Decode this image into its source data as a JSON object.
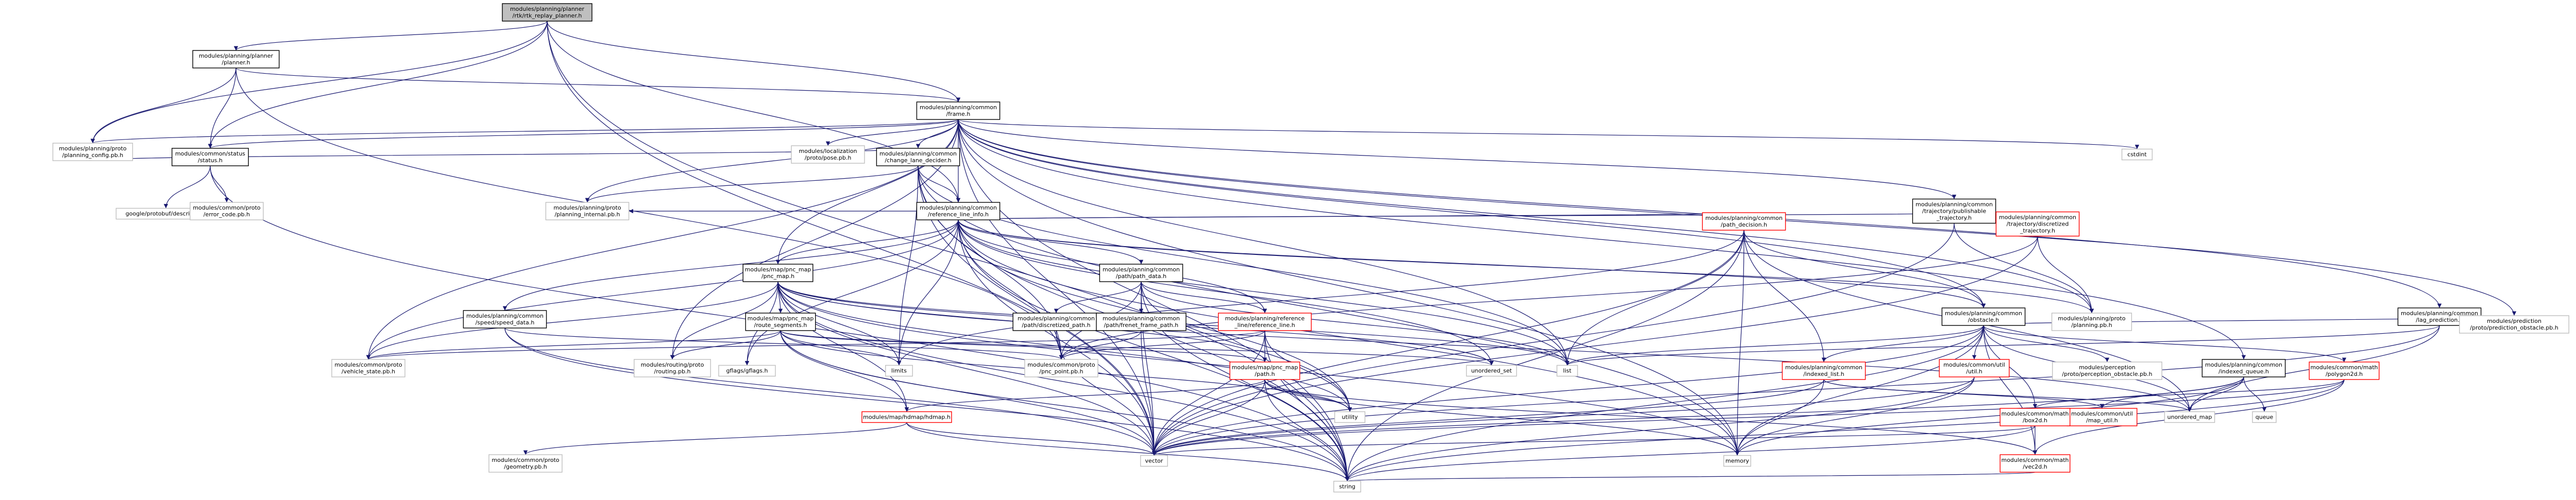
{
  "colors": {
    "edge": "#191970",
    "box_border": "#000000",
    "missing_border": "#ff0000",
    "root_fill": "#bfbfbf",
    "background": "#ffffff"
  },
  "nodes": [
    {
      "id": "root",
      "lines": [
        "modules/planning/planner",
        "/rtk/rtk_replay_planner.h"
      ],
      "kind": "root"
    },
    {
      "id": "planner_h",
      "lines": [
        "modules/planning/planner",
        "/planner.h"
      ],
      "kind": "normal"
    },
    {
      "id": "frame_h",
      "lines": [
        "modules/planning/common",
        "/frame.h"
      ],
      "kind": "normal"
    },
    {
      "id": "planning_config",
      "lines": [
        "modules/planning/proto",
        "/planning_config.pb.h"
      ],
      "kind": "leaf"
    },
    {
      "id": "status_h",
      "lines": [
        "modules/common/status",
        "/status.h"
      ],
      "kind": "normal"
    },
    {
      "id": "localization_pose",
      "lines": [
        "modules/localization",
        "/proto/pose.pb.h"
      ],
      "kind": "leaf"
    },
    {
      "id": "change_lane",
      "lines": [
        "modules/planning/common",
        "/change_lane_decider.h"
      ],
      "kind": "normal"
    },
    {
      "id": "cstdint",
      "lines": [
        "cstdint"
      ],
      "kind": "leaf"
    },
    {
      "id": "planning_internal",
      "lines": [
        "modules/planning/proto",
        "/planning_internal.pb.h"
      ],
      "kind": "leaf"
    },
    {
      "id": "descriptor",
      "lines": [
        "google/protobuf/descriptor.h"
      ],
      "kind": "leaf"
    },
    {
      "id": "error_code",
      "lines": [
        "modules/common/proto",
        "/error_code.pb.h"
      ],
      "kind": "leaf"
    },
    {
      "id": "ref_line_info",
      "lines": [
        "modules/planning/common",
        "/reference_line_info.h"
      ],
      "kind": "normal"
    },
    {
      "id": "publishable_traj",
      "lines": [
        "modules/planning/common",
        "/trajectory/publishable",
        "_trajectory.h"
      ],
      "kind": "normal"
    },
    {
      "id": "lag_prediction",
      "lines": [
        "modules/planning/common",
        "/lag_prediction.h"
      ],
      "kind": "normal"
    },
    {
      "id": "pnc_map",
      "lines": [
        "modules/map/pnc_map",
        "/pnc_map.h"
      ],
      "kind": "normal"
    },
    {
      "id": "path_data",
      "lines": [
        "modules/planning/common",
        "/path/path_data.h"
      ],
      "kind": "normal"
    },
    {
      "id": "path_decision",
      "lines": [
        "modules/planning/common",
        "/path_decision.h"
      ],
      "kind": "missing"
    },
    {
      "id": "discretized_traj",
      "lines": [
        "modules/planning/common",
        "/trajectory/discretized",
        "_trajectory.h"
      ],
      "kind": "missing"
    },
    {
      "id": "speed_data",
      "lines": [
        "modules/planning/common",
        "/speed/speed_data.h"
      ],
      "kind": "normal"
    },
    {
      "id": "route_segments",
      "lines": [
        "modules/map/pnc_map",
        "/route_segments.h"
      ],
      "kind": "normal"
    },
    {
      "id": "discretized_path",
      "lines": [
        "modules/planning/common",
        "/path/discretized_path.h"
      ],
      "kind": "normal"
    },
    {
      "id": "frenet_frame_path",
      "lines": [
        "modules/planning/common",
        "/path/frenet_frame_path.h"
      ],
      "kind": "normal"
    },
    {
      "id": "ref_line",
      "lines": [
        "modules/planning/reference",
        "_line/reference_line.h"
      ],
      "kind": "missing"
    },
    {
      "id": "planning_pb",
      "lines": [
        "modules/planning/proto",
        "/planning.pb.h"
      ],
      "kind": "leaf"
    },
    {
      "id": "obstacle_h",
      "lines": [
        "modules/planning/common",
        "/obstacle.h"
      ],
      "kind": "normal"
    },
    {
      "id": "prediction_obstacle",
      "lines": [
        "modules/prediction",
        "/proto/prediction_obstacle.pb.h"
      ],
      "kind": "leaf"
    },
    {
      "id": "vehicle_state",
      "lines": [
        "modules/common/proto",
        "/vehicle_state.pb.h"
      ],
      "kind": "leaf"
    },
    {
      "id": "routing_pb",
      "lines": [
        "modules/routing/proto",
        "/routing.pb.h"
      ],
      "kind": "leaf"
    },
    {
      "id": "gflags",
      "lines": [
        "gflags/gflags.h"
      ],
      "kind": "leaf"
    },
    {
      "id": "limits",
      "lines": [
        "limits"
      ],
      "kind": "leaf"
    },
    {
      "id": "pnc_point",
      "lines": [
        "modules/common/proto",
        "/pnc_point.pb.h"
      ],
      "kind": "leaf"
    },
    {
      "id": "unordered_set",
      "lines": [
        "unordered_set"
      ],
      "kind": "leaf"
    },
    {
      "id": "list",
      "lines": [
        "list"
      ],
      "kind": "leaf"
    },
    {
      "id": "map_path",
      "lines": [
        "modules/map/pnc_map",
        "/path.h"
      ],
      "kind": "missing"
    },
    {
      "id": "indexed_list",
      "lines": [
        "modules/planning/common",
        "/indexed_list.h"
      ],
      "kind": "missing"
    },
    {
      "id": "util_h",
      "lines": [
        "modules/common/util",
        "/util.h"
      ],
      "kind": "missing"
    },
    {
      "id": "perception_obstacle",
      "lines": [
        "modules/perception",
        "/proto/perception_obstacle.pb.h"
      ],
      "kind": "leaf"
    },
    {
      "id": "indexed_queue",
      "lines": [
        "modules/planning/common",
        "/indexed_queue.h"
      ],
      "kind": "normal"
    },
    {
      "id": "polygon2d",
      "lines": [
        "modules/common/math",
        "/polygon2d.h"
      ],
      "kind": "missing"
    },
    {
      "id": "hdmap",
      "lines": [
        "modules/map/hdmap/hdmap.h"
      ],
      "kind": "missing"
    },
    {
      "id": "utility",
      "lines": [
        "utility"
      ],
      "kind": "leaf"
    },
    {
      "id": "map_util",
      "lines": [
        "modules/common/util",
        "/map_util.h"
      ],
      "kind": "missing"
    },
    {
      "id": "box2d",
      "lines": [
        "modules/common/math",
        "/box2d.h"
      ],
      "kind": "missing"
    },
    {
      "id": "queue",
      "lines": [
        "queue"
      ],
      "kind": "leaf"
    },
    {
      "id": "unordered_map",
      "lines": [
        "unordered_map"
      ],
      "kind": "leaf"
    },
    {
      "id": "geometry_pb",
      "lines": [
        "modules/common/proto",
        "/geometry.pb.h"
      ],
      "kind": "leaf"
    },
    {
      "id": "vector",
      "lines": [
        "vector"
      ],
      "kind": "leaf"
    },
    {
      "id": "memory",
      "lines": [
        "memory"
      ],
      "kind": "leaf"
    },
    {
      "id": "vec2d",
      "lines": [
        "modules/common/math",
        "/vec2d.h"
      ],
      "kind": "missing"
    },
    {
      "id": "string",
      "lines": [
        "string"
      ],
      "kind": "leaf"
    }
  ],
  "edges": [
    [
      "root",
      "planner_h"
    ],
    [
      "root",
      "frame_h"
    ],
    [
      "root",
      "planning_config"
    ],
    [
      "root",
      "status_h"
    ],
    [
      "root",
      "string"
    ],
    [
      "root",
      "ref_line_info"
    ],
    [
      "root",
      "vector"
    ],
    [
      "planner_h",
      "frame_h"
    ],
    [
      "planner_h",
      "planning_config"
    ],
    [
      "planner_h",
      "status_h"
    ],
    [
      "planner_h",
      "pnc_point"
    ],
    [
      "frame_h",
      "planning_config"
    ],
    [
      "frame_h",
      "status_h"
    ],
    [
      "frame_h",
      "localization_pose"
    ],
    [
      "frame_h",
      "change_lane"
    ],
    [
      "frame_h",
      "cstdint"
    ],
    [
      "frame_h",
      "planning_internal"
    ],
    [
      "frame_h",
      "ref_line_info"
    ],
    [
      "frame_h",
      "publishable_traj"
    ],
    [
      "frame_h",
      "lag_prediction"
    ],
    [
      "frame_h",
      "obstacle_h"
    ],
    [
      "frame_h",
      "indexed_queue"
    ],
    [
      "frame_h",
      "vehicle_state"
    ],
    [
      "frame_h",
      "routing_pb"
    ],
    [
      "frame_h",
      "pnc_map"
    ],
    [
      "frame_h",
      "list"
    ],
    [
      "frame_h",
      "memory"
    ],
    [
      "frame_h",
      "string"
    ],
    [
      "frame_h",
      "vector"
    ],
    [
      "frame_h",
      "planning_pb"
    ],
    [
      "frame_h",
      "prediction_obstacle"
    ],
    [
      "status_h",
      "descriptor"
    ],
    [
      "status_h",
      "error_code"
    ],
    [
      "status_h",
      "string"
    ],
    [
      "change_lane",
      "planning_internal"
    ],
    [
      "change_lane",
      "ref_line_info"
    ],
    [
      "change_lane",
      "list"
    ],
    [
      "change_lane",
      "string"
    ],
    [
      "change_lane",
      "vector"
    ],
    [
      "change_lane",
      "limits"
    ],
    [
      "change_lane",
      "planning_config"
    ],
    [
      "change_lane",
      "pnc_point"
    ],
    [
      "change_lane",
      "memory"
    ],
    [
      "ref_line_info",
      "pnc_map"
    ],
    [
      "ref_line_info",
      "path_data"
    ],
    [
      "ref_line_info",
      "path_decision"
    ],
    [
      "ref_line_info",
      "discretized_traj"
    ],
    [
      "ref_line_info",
      "speed_data"
    ],
    [
      "ref_line_info",
      "planning_internal"
    ],
    [
      "ref_line_info",
      "limits"
    ],
    [
      "ref_line_info",
      "list"
    ],
    [
      "ref_line_info",
      "memory"
    ],
    [
      "ref_line_info",
      "string"
    ],
    [
      "ref_line_info",
      "vector"
    ],
    [
      "ref_line_info",
      "unordered_set"
    ],
    [
      "ref_line_info",
      "utility"
    ],
    [
      "ref_line_info",
      "vehicle_state"
    ],
    [
      "ref_line_info",
      "ref_line"
    ],
    [
      "ref_line_info",
      "planning_pb"
    ],
    [
      "ref_line_info",
      "obstacle_h"
    ],
    [
      "ref_line_info",
      "pnc_point"
    ],
    [
      "ref_line_info",
      "gflags"
    ],
    [
      "publishable_traj",
      "discretized_traj"
    ],
    [
      "publishable_traj",
      "planning_pb"
    ],
    [
      "publishable_traj",
      "vector"
    ],
    [
      "lag_prediction",
      "prediction_obstacle"
    ],
    [
      "lag_prediction",
      "unordered_map"
    ],
    [
      "lag_prediction",
      "vector"
    ],
    [
      "lag_prediction",
      "list"
    ],
    [
      "pnc_map",
      "route_segments"
    ],
    [
      "pnc_map",
      "routing_pb"
    ],
    [
      "pnc_map",
      "vehicle_state"
    ],
    [
      "pnc_map",
      "gflags"
    ],
    [
      "pnc_map",
      "hdmap"
    ],
    [
      "pnc_map",
      "map_path"
    ],
    [
      "pnc_map",
      "list"
    ],
    [
      "pnc_map",
      "memory"
    ],
    [
      "pnc_map",
      "string"
    ],
    [
      "pnc_map",
      "vector"
    ],
    [
      "pnc_map",
      "unordered_set"
    ],
    [
      "pnc_map",
      "utility"
    ],
    [
      "pnc_map",
      "limits"
    ],
    [
      "pnc_map",
      "unordered_map"
    ],
    [
      "path_data",
      "discretized_path"
    ],
    [
      "path_data",
      "frenet_frame_path"
    ],
    [
      "path_data",
      "ref_line"
    ],
    [
      "path_data",
      "list"
    ],
    [
      "path_data",
      "string"
    ],
    [
      "path_data",
      "utility"
    ],
    [
      "path_data",
      "vector"
    ],
    [
      "path_data",
      "pnc_point"
    ],
    [
      "path_decision",
      "obstacle_h"
    ],
    [
      "path_decision",
      "indexed_list"
    ],
    [
      "path_decision",
      "limits"
    ],
    [
      "path_decision",
      "list"
    ],
    [
      "path_decision",
      "memory"
    ],
    [
      "path_decision",
      "string"
    ],
    [
      "path_decision",
      "unordered_map"
    ],
    [
      "path_decision",
      "vector"
    ],
    [
      "discretized_traj",
      "planning_pb"
    ],
    [
      "discretized_traj",
      "pnc_point"
    ],
    [
      "discretized_traj",
      "vector"
    ],
    [
      "speed_data",
      "pnc_point"
    ],
    [
      "speed_data",
      "string"
    ],
    [
      "speed_data",
      "vector"
    ],
    [
      "route_segments",
      "routing_pb"
    ],
    [
      "route_segments",
      "vehicle_state"
    ],
    [
      "route_segments",
      "map_path"
    ],
    [
      "route_segments",
      "hdmap"
    ],
    [
      "route_segments",
      "string"
    ],
    [
      "route_segments",
      "unordered_set"
    ],
    [
      "route_segments",
      "vector"
    ],
    [
      "route_segments",
      "utility"
    ],
    [
      "route_segments",
      "limits"
    ],
    [
      "discretized_path",
      "pnc_point"
    ],
    [
      "discretized_path",
      "vector"
    ],
    [
      "frenet_frame_path",
      "pnc_point"
    ],
    [
      "frenet_frame_path",
      "vector"
    ],
    [
      "ref_line",
      "map_path"
    ],
    [
      "ref_line",
      "pnc_point"
    ],
    [
      "ref_line",
      "string"
    ],
    [
      "ref_line",
      "utility"
    ],
    [
      "ref_line",
      "vector"
    ],
    [
      "ref_line",
      "vehicle_state"
    ],
    [
      "obstacle_h",
      "perception_obstacle"
    ],
    [
      "obstacle_h",
      "prediction_obstacle"
    ],
    [
      "obstacle_h",
      "indexed_list"
    ],
    [
      "obstacle_h",
      "polygon2d"
    ],
    [
      "obstacle_h",
      "box2d"
    ],
    [
      "obstacle_h",
      "util_h"
    ],
    [
      "obstacle_h",
      "list"
    ],
    [
      "obstacle_h",
      "memory"
    ],
    [
      "obstacle_h",
      "string"
    ],
    [
      "obstacle_h",
      "vector"
    ],
    [
      "obstacle_h",
      "unordered_map"
    ],
    [
      "obstacle_h",
      "vec2d"
    ],
    [
      "indexed_list",
      "map_util"
    ],
    [
      "indexed_list",
      "memory"
    ],
    [
      "indexed_list",
      "unordered_map"
    ],
    [
      "indexed_list",
      "vector"
    ],
    [
      "indexed_queue",
      "map_util"
    ],
    [
      "indexed_queue",
      "memory"
    ],
    [
      "indexed_queue",
      "queue"
    ],
    [
      "indexed_queue",
      "unordered_map"
    ],
    [
      "indexed_queue",
      "vector"
    ],
    [
      "polygon2d",
      "box2d"
    ],
    [
      "polygon2d",
      "vec2d"
    ],
    [
      "polygon2d",
      "vector"
    ],
    [
      "polygon2d",
      "string"
    ],
    [
      "box2d",
      "vec2d"
    ],
    [
      "box2d",
      "string"
    ],
    [
      "box2d",
      "vector"
    ],
    [
      "vec2d",
      "string"
    ],
    [
      "map_path",
      "hdmap"
    ],
    [
      "map_path",
      "vec2d"
    ],
    [
      "map_path",
      "string"
    ],
    [
      "map_path",
      "utility"
    ],
    [
      "map_path",
      "vector"
    ],
    [
      "map_path",
      "memory"
    ],
    [
      "hdmap",
      "geometry_pb"
    ],
    [
      "hdmap",
      "string"
    ],
    [
      "hdmap",
      "vector"
    ],
    [
      "util_h",
      "memory"
    ],
    [
      "util_h",
      "vector"
    ],
    [
      "util_h",
      "string"
    ]
  ]
}
